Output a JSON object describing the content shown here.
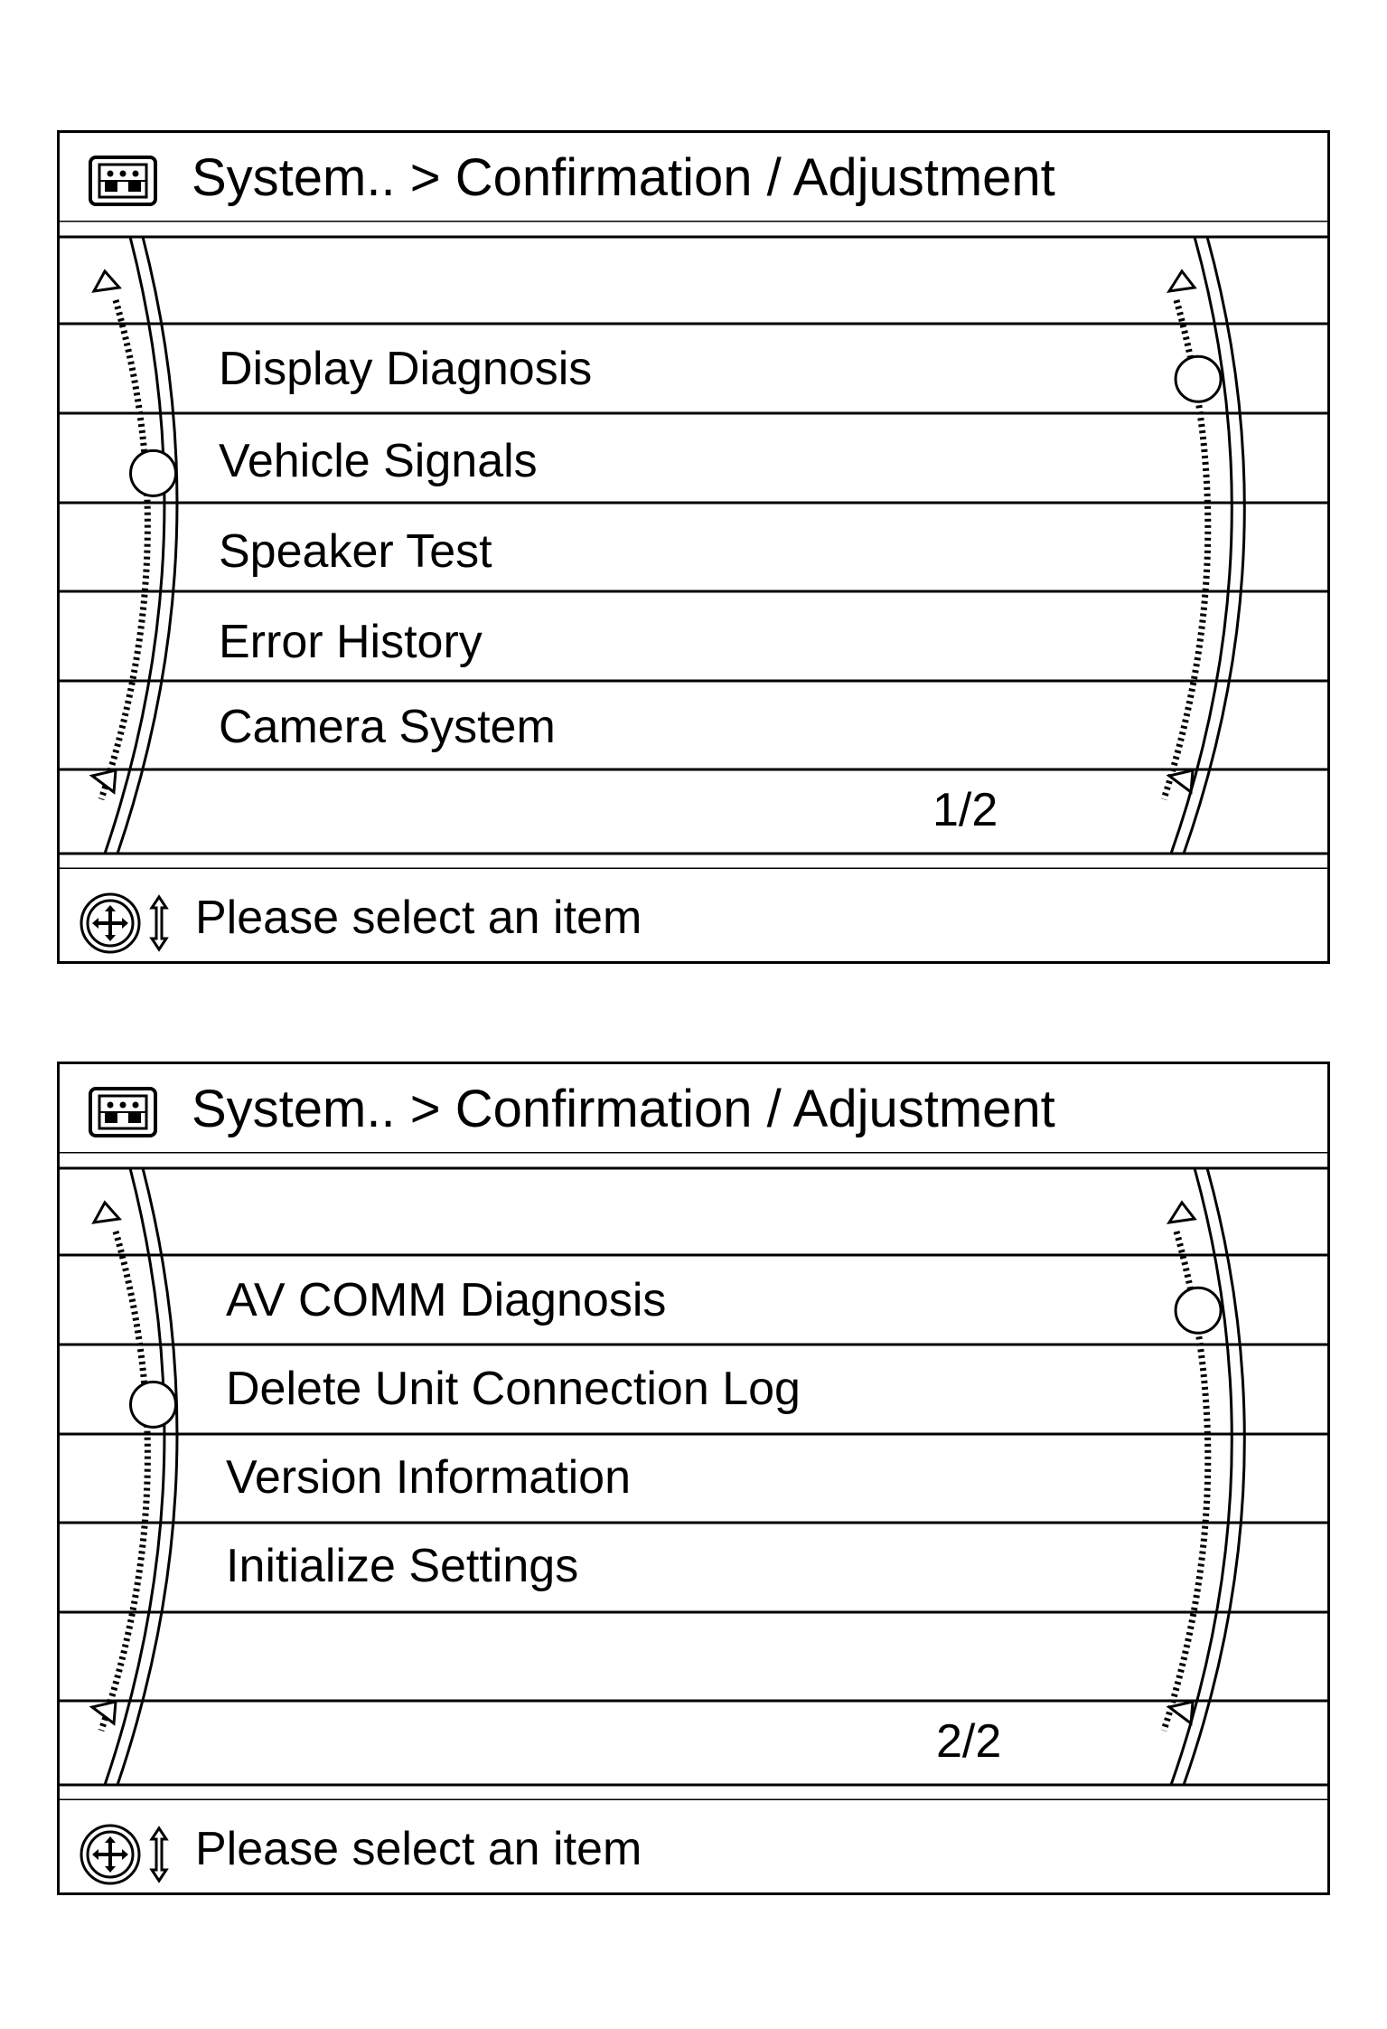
{
  "screens": [
    {
      "title": "System.. > Confirmation / Adjustment",
      "items": [
        "",
        "Display Diagnosis",
        "Vehicle Signals",
        "Speaker Test",
        "Error History",
        "Camera System",
        ""
      ],
      "page": "1/2",
      "hint": "Please select an item",
      "left_scroll_position": 0.35,
      "right_scroll_position": 0.16
    },
    {
      "title": "System.. > Confirmation / Adjustment",
      "items": [
        "",
        "AV COMM Diagnosis",
        "Delete Unit Connection Log",
        "Version Information",
        "Initialize Settings",
        "",
        ""
      ],
      "page": "2/2",
      "hint": "Please select an item",
      "left_scroll_position": 0.35,
      "right_scroll_position": 0.16
    }
  ],
  "icons": {
    "header": "menu-screen-icon",
    "footer_dial": "multi-directional-dial-icon",
    "footer_arrows": "up-down-arrow-icon",
    "scroll_up": "scroll-up-arrow-icon",
    "scroll_down": "scroll-down-arrow-icon",
    "scroll_knob": "scroll-knob-icon"
  },
  "colors": {
    "line": "#000000",
    "background": "#ffffff"
  }
}
